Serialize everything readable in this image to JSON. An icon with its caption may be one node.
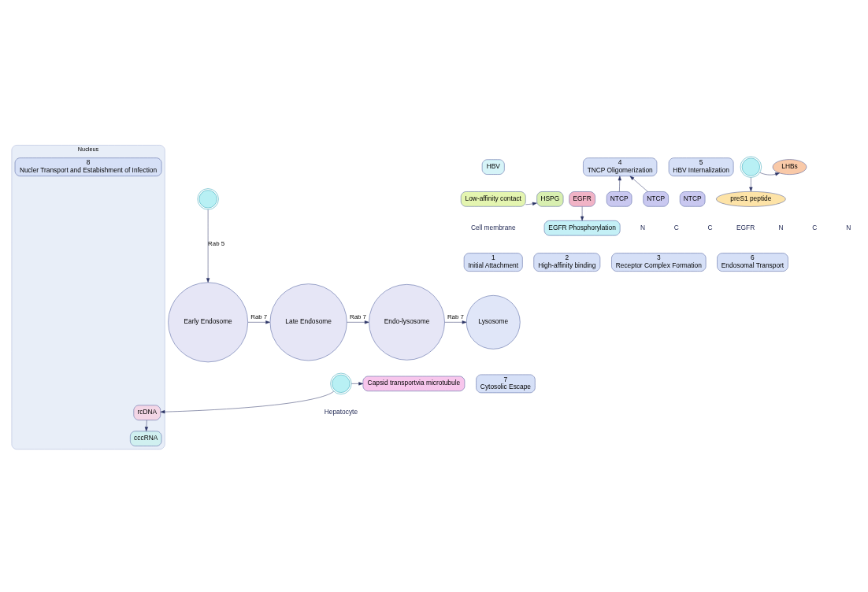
{
  "diagram": {
    "nodes": [
      {
        "text": [
          "HBV"
        ]
      },
      {
        "text": [
          "Low-affinity contact"
        ]
      },
      {
        "text": [
          "HSPG"
        ]
      },
      {
        "text": [],
        "shape": "picture"
      },
      {
        "text": [
          "preS1 peptide"
        ]
      },
      {
        "text": [
          "LHBs"
        ]
      },
      {
        "text": [
          "NTCP"
        ]
      },
      {
        "text": [
          "4",
          "TNCP Oligomerization"
        ]
      },
      {
        "text": [
          "NTCP"
        ]
      },
      {
        "text": [
          "NTCP"
        ]
      },
      {
        "text": [
          "EGFR"
        ]
      },
      {
        "text": [
          "EGFR Phosphorylation"
        ]
      },
      {
        "text": [
          "5",
          "HBV Internalization"
        ]
      },
      {
        "text": [],
        "shape": "picture"
      },
      {
        "text": [
          "Early Endosome"
        ]
      },
      {
        "text": [
          "Late Endosome"
        ]
      },
      {
        "text": [
          "Endo-lysosome"
        ]
      },
      {
        "text": [
          "Lysosome"
        ]
      },
      {
        "text": [],
        "shape": "picture"
      },
      {
        "text": [
          "Capsid transportvia microtubule"
        ]
      },
      {
        "text": [
          "Nucleus"
        ]
      },
      {
        "text": [
          "rcDNA"
        ],
        "in": 20
      },
      {
        "text": [
          "cccRNA"
        ],
        "in": 20
      },
      {
        "text": [
          "1",
          "Initial Attachment"
        ]
      },
      {
        "text": [
          "2",
          "High-affinity binding"
        ]
      },
      {
        "text": [
          "3",
          "Receptor Complex Formation"
        ]
      },
      {
        "text": [
          "6",
          "Endosomal Transport"
        ]
      },
      {
        "text": [
          "7",
          "Cytosolic Escape"
        ]
      },
      {
        "text": [
          "8",
          "Nucler Transport and Estabishment of Infection"
        ],
        "in": 20
      }
    ],
    "edges": [
      {
        "from": 1,
        "to": 2,
        "arrow": "to"
      },
      {
        "from": 3,
        "to": 4,
        "arrow": "to"
      },
      {
        "from": 3,
        "to": 5,
        "arrow": "to"
      },
      {
        "from": 8,
        "to": 7,
        "arrow": "to"
      },
      {
        "from": 9,
        "to": 7,
        "arrow": "to"
      },
      {
        "from": 10,
        "to": 11,
        "arrow": "to"
      },
      {
        "from": 13,
        "to": 14,
        "arrow": "to",
        "label": "Rab 5"
      },
      {
        "from": 14,
        "to": 15,
        "arrow": "to",
        "label": "Rab 7"
      },
      {
        "from": 15,
        "to": 16,
        "arrow": "to",
        "label": "Rab 7"
      },
      {
        "from": 16,
        "to": 17,
        "arrow": "to",
        "label": "Rab 7"
      },
      {
        "from": 18,
        "to": 19,
        "arrow": "to"
      },
      {
        "from": 18,
        "to": 21,
        "arrow": "to"
      },
      {
        "from": 21,
        "to": 22,
        "arrow": "to"
      }
    ],
    "labels": [
      "Cell membrane",
      "N",
      "C",
      "N",
      "EGFR",
      "C",
      "C",
      "N",
      "Hepatocyte"
    ]
  }
}
